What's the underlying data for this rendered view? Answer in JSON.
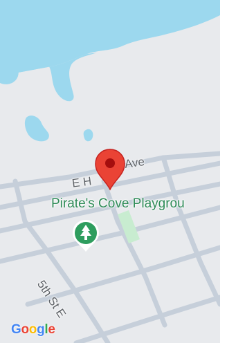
{
  "map": {
    "streets": {
      "avenue_fragment_1": "E H",
      "avenue_fragment_2": "Ave",
      "fifth": "5th St E"
    },
    "poi": {
      "name": "Pirate's Cove Playgrou",
      "icon": "park-tree-icon"
    },
    "pin": {
      "icon": "location-pin-icon",
      "color": "#ea4335"
    },
    "logo": {
      "letters": [
        "G",
        "o",
        "o",
        "g",
        "l",
        "e"
      ],
      "colors": [
        "#4285f4",
        "#ea4335",
        "#fbbc05",
        "#4285f4",
        "#34a853",
        "#ea4335"
      ]
    },
    "colors": {
      "water": "#9cd8ee",
      "land": "#e8eaed",
      "road": "#c6cfda",
      "park": "#c8ecd0",
      "poi_text": "#2e8b57"
    }
  }
}
